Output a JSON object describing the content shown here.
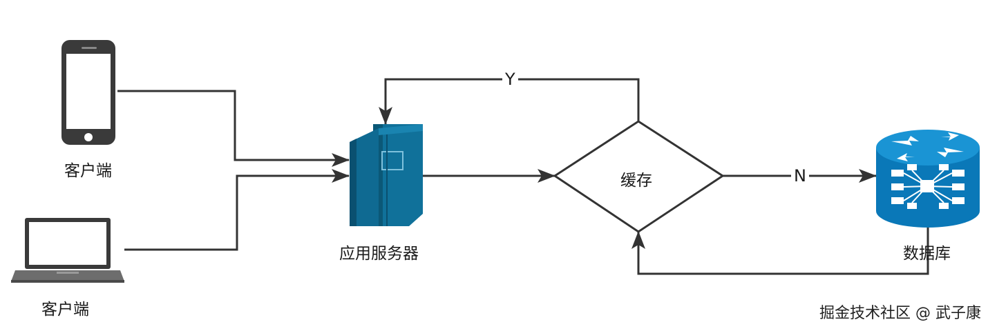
{
  "nodes": {
    "phone_client": {
      "label": "客户端",
      "icon": "smartphone-icon"
    },
    "laptop_client": {
      "label": "客户端",
      "icon": "laptop-icon"
    },
    "app_server": {
      "label": "应用服务器",
      "icon": "server-icon"
    },
    "cache": {
      "label": "缓存",
      "shape": "diamond"
    },
    "database": {
      "label": "数据库",
      "icon": "router-database-icon"
    }
  },
  "edges": {
    "cache_hit": {
      "label": "Y"
    },
    "cache_miss": {
      "label": "N"
    }
  },
  "watermark": {
    "text": "掘金技术社区 @ 武子康"
  },
  "colors": {
    "line": "#333333",
    "server_blue": "#10719a",
    "server_dark": "#0b5877",
    "router_blue": "#0a78b8",
    "device_dark": "#3a3a3a"
  }
}
